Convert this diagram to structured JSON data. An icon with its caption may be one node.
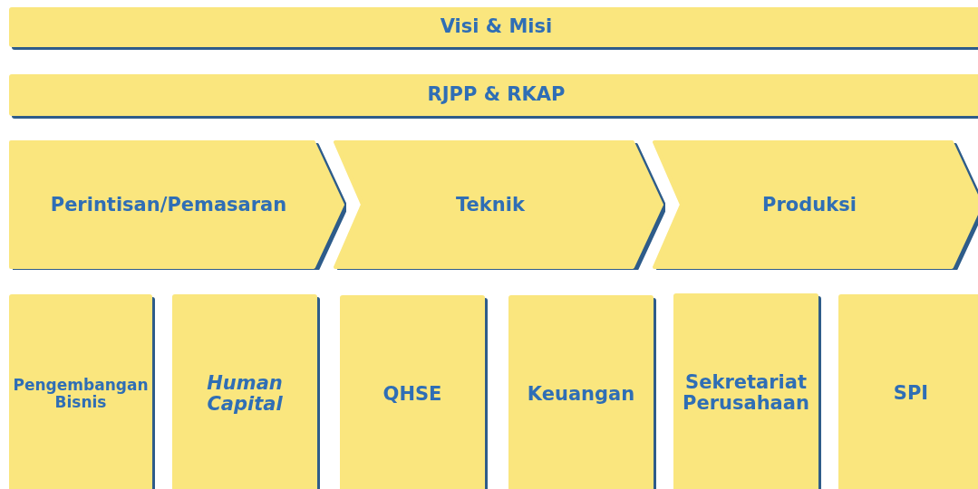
{
  "diagram": {
    "nodes": [
      {
        "text": [
          "Visi & Misi"
        ]
      },
      {
        "text": [
          "RJPP & RKAP"
        ]
      },
      {
        "text": [
          "Perintisan/Pemasaran"
        ]
      },
      {
        "text": [
          "Teknik"
        ]
      },
      {
        "text": [
          "Produksi"
        ]
      },
      {
        "text": [
          "Pengembangan Bisnis"
        ]
      },
      {
        "text": [
          "Human Capital"
        ]
      },
      {
        "text": [
          "QHSE"
        ]
      },
      {
        "text": [
          "Keuangan"
        ]
      },
      {
        "text": [
          "Sekretariat Perusahaan"
        ]
      },
      {
        "text": [
          "SPI"
        ]
      }
    ]
  }
}
